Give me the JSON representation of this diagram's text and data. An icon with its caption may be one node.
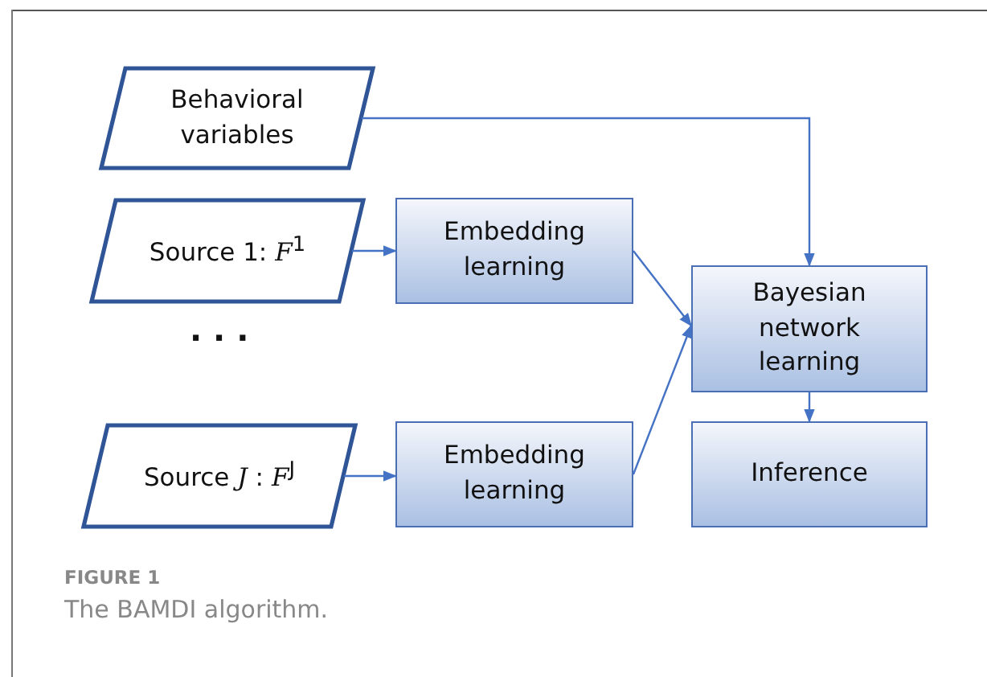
{
  "diagram": {
    "caption": "The BAMDI algorithm.",
    "nodes": [
      {
        "text": [
          "Behavioral variables"
        ]
      },
      {
        "text": [
          "Source 1: *F*$^{1}$"
        ]
      },
      {
        "text": [
          "Embedding learning"
        ]
      },
      {
        "text": [
          "Source *J* : *F*$^{J}$"
        ]
      },
      {
        "text": [
          "Embedding learning"
        ]
      },
      {
        "text": [
          "Bayesian network learning"
        ]
      },
      {
        "text": [
          "Inference"
        ]
      }
    ],
    "edges": [
      {
        "from": 0,
        "to": 5,
        "arrow": "to"
      },
      {
        "from": 1,
        "to": 2,
        "arrow": "to"
      },
      {
        "from": 3,
        "to": 4,
        "arrow": "to"
      },
      {
        "from": 2,
        "to": 5,
        "arrow": "to"
      },
      {
        "from": 4,
        "to": 5,
        "arrow": "to"
      },
      {
        "from": 5,
        "to": 6,
        "arrow": "to"
      }
    ],
    "labels": [
      "· · ·",
      "FIGURE 1"
    ]
  }
}
